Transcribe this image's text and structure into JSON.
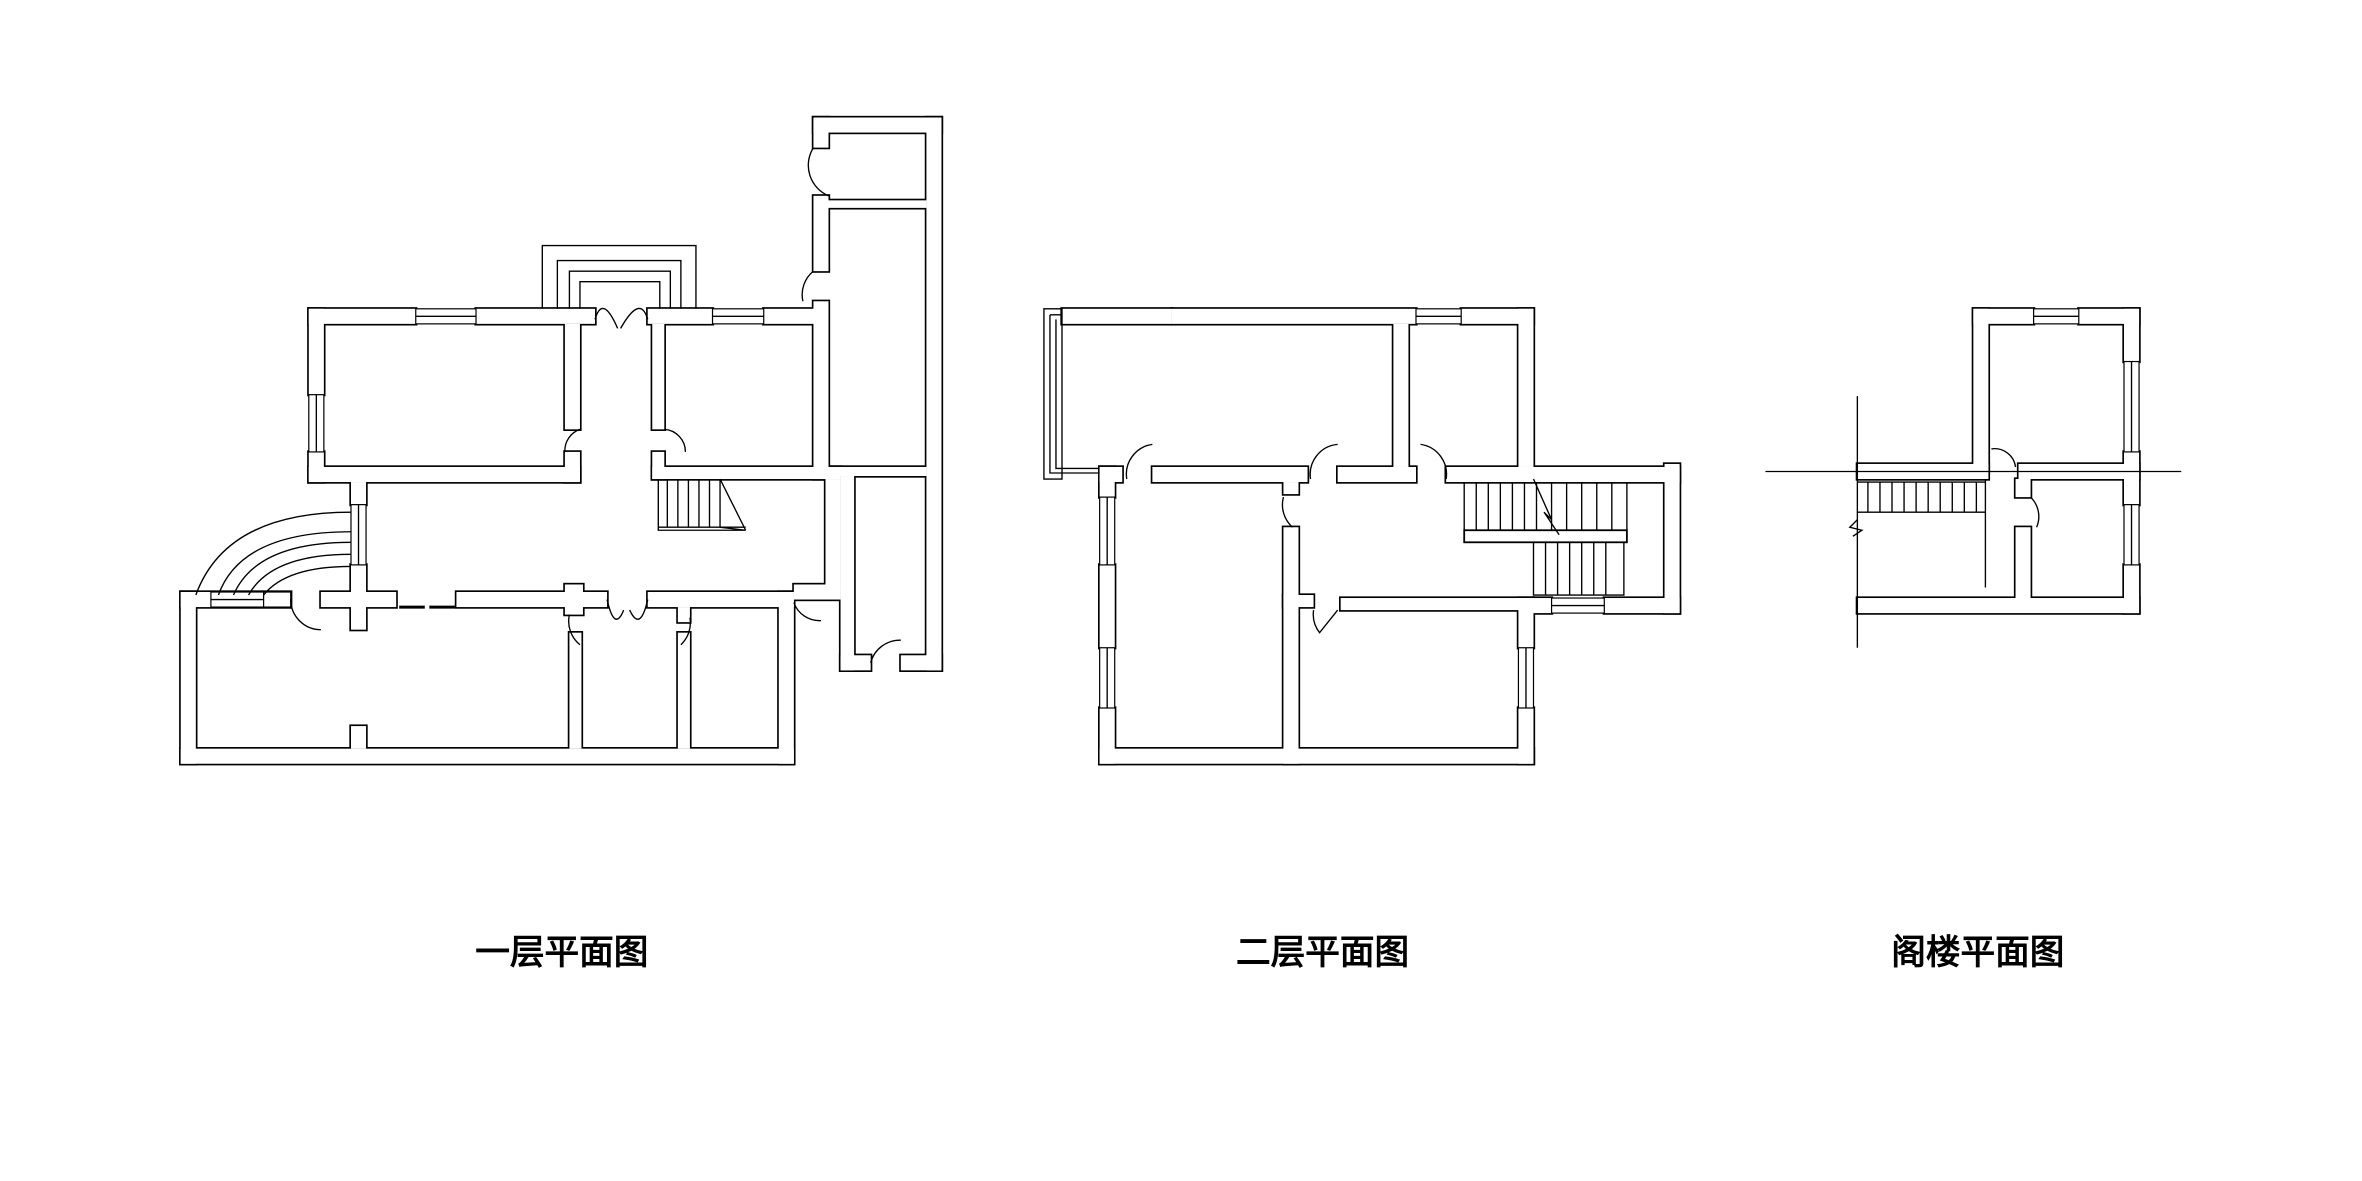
{
  "drawing": {
    "plans": [
      {
        "title": "一层平面图"
      },
      {
        "title": "二层平面图"
      },
      {
        "title": "阁楼平面图"
      }
    ],
    "line_color": "#000000",
    "background_color": "#ffffff"
  }
}
